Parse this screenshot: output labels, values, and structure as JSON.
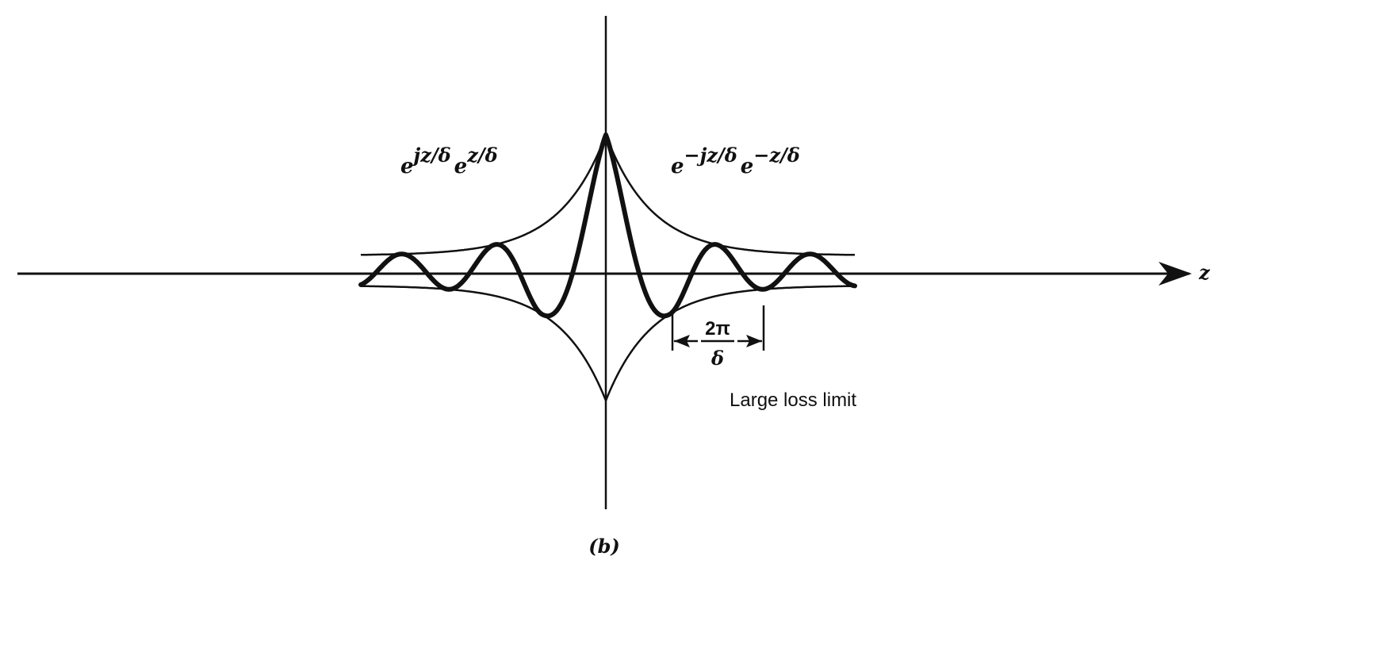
{
  "figure": {
    "left_label": {
      "base1": "e",
      "exp1": "jz/δ",
      "base2": "e",
      "exp2": "z/δ"
    },
    "right_label": {
      "base1": "e",
      "exp1": "−jz/δ",
      "base2": "e",
      "exp2": "−z/δ"
    },
    "axis_label": "z",
    "period_numerator": "2π",
    "period_denominator": "δ",
    "caption": "Large loss limit",
    "panel_label": "(b)"
  }
}
